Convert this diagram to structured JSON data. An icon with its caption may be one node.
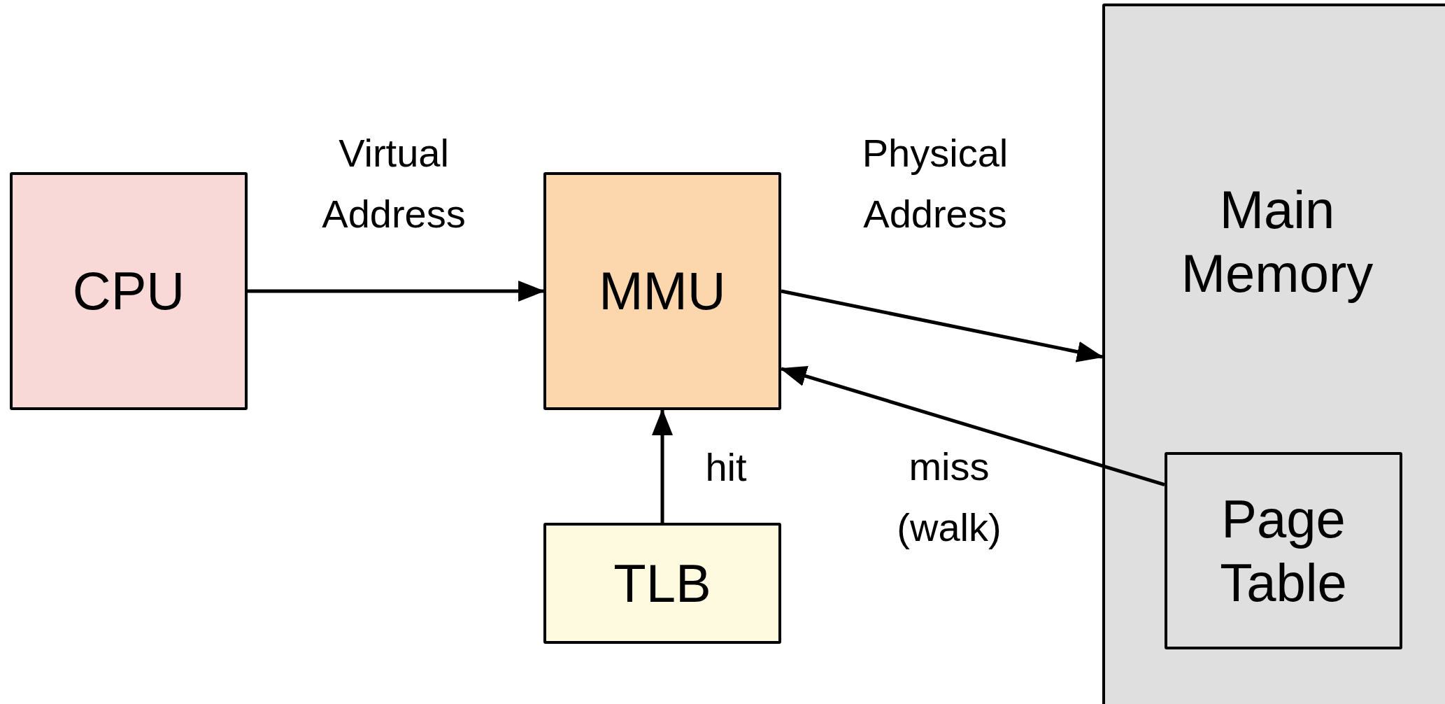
{
  "diagram": {
    "nodes": [
      {
        "text": [
          "CPU"
        ]
      },
      {
        "text": [
          "MMU"
        ]
      },
      {
        "text": [
          "TLB"
        ]
      },
      {
        "text": [
          "Main Memory"
        ]
      },
      {
        "text": [
          "Page Table"
        ],
        "in": 3
      }
    ],
    "edges": [
      {
        "from": 0,
        "to": 1,
        "arrow": "to",
        "label": "Virtual Address"
      },
      {
        "from": 1,
        "to": 3,
        "arrow": "to",
        "label": "Physical Address"
      },
      {
        "from": 2,
        "to": 1,
        "arrow": "to",
        "label": "hit"
      },
      {
        "from": 4,
        "to": 1,
        "arrow": "to",
        "label": "miss (walk)"
      }
    ]
  }
}
